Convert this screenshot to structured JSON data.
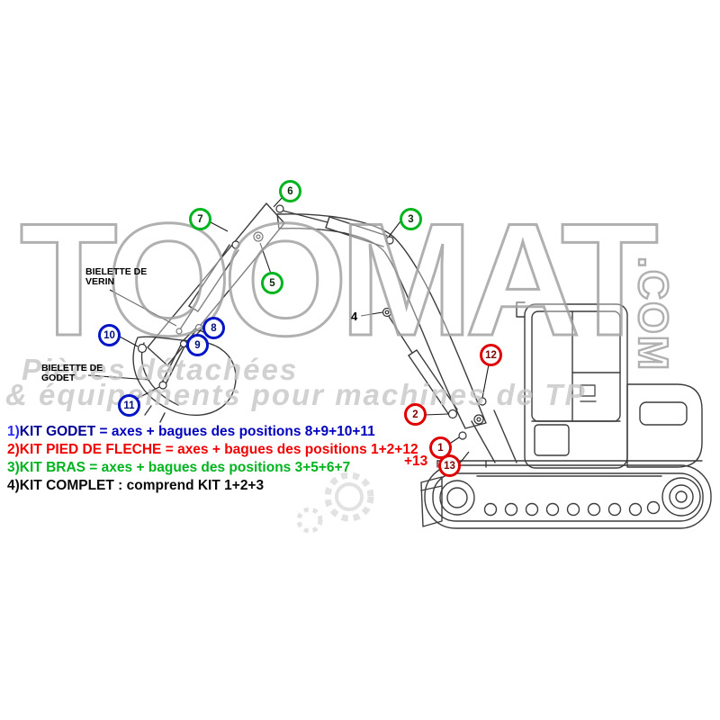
{
  "watermark": {
    "main": "TOOMAT",
    "com": ".COM",
    "tagline_line1": "Pièces détachées",
    "tagline_line2": "& équipements pour machines de TP"
  },
  "part_labels": {
    "verin": "BIELETTE DE VERIN",
    "godet": "BIELETTE DE GODET"
  },
  "markers": [
    {
      "label": "6",
      "color": "green"
    },
    {
      "label": "7",
      "color": "green"
    },
    {
      "label": "3",
      "color": "green"
    },
    {
      "label": "5",
      "color": "green"
    },
    {
      "label": "10",
      "color": "blue"
    },
    {
      "label": "8",
      "color": "blue"
    },
    {
      "label": "9",
      "color": "blue"
    },
    {
      "label": "11",
      "color": "blue"
    },
    {
      "label": "12",
      "color": "red"
    },
    {
      "label": "2",
      "color": "red"
    },
    {
      "label": "1",
      "color": "red"
    },
    {
      "label": "13",
      "color": "red"
    },
    {
      "label": "4",
      "color": "black"
    }
  ],
  "legend": {
    "items": [
      {
        "prefix": "1)",
        "name": "KIT GODET",
        "rest": " = axes + bagues des positions 8+9+10+11",
        "color": "#0000bf"
      },
      {
        "prefix": "2)",
        "name": "KIT PIED DE FLECHE",
        "rest": " = axes + bagues des positions 1+2+12",
        "suffix": "+13",
        "color": "#f20000"
      },
      {
        "prefix": "3)",
        "name": "KIT BRAS",
        "rest": " = axes + bagues des positions 3+5+6+7",
        "color": "#00b41e"
      },
      {
        "prefix": "4)",
        "name": "KIT COMPLET",
        "rest": " : comprend KIT 1+2+3",
        "color": "#0a0a0a"
      }
    ]
  },
  "colors": {
    "marker_green": "#00b41e",
    "marker_blue": "#0014c8",
    "marker_red": "#e00000",
    "watermark_gray": "#a3a3a3"
  }
}
